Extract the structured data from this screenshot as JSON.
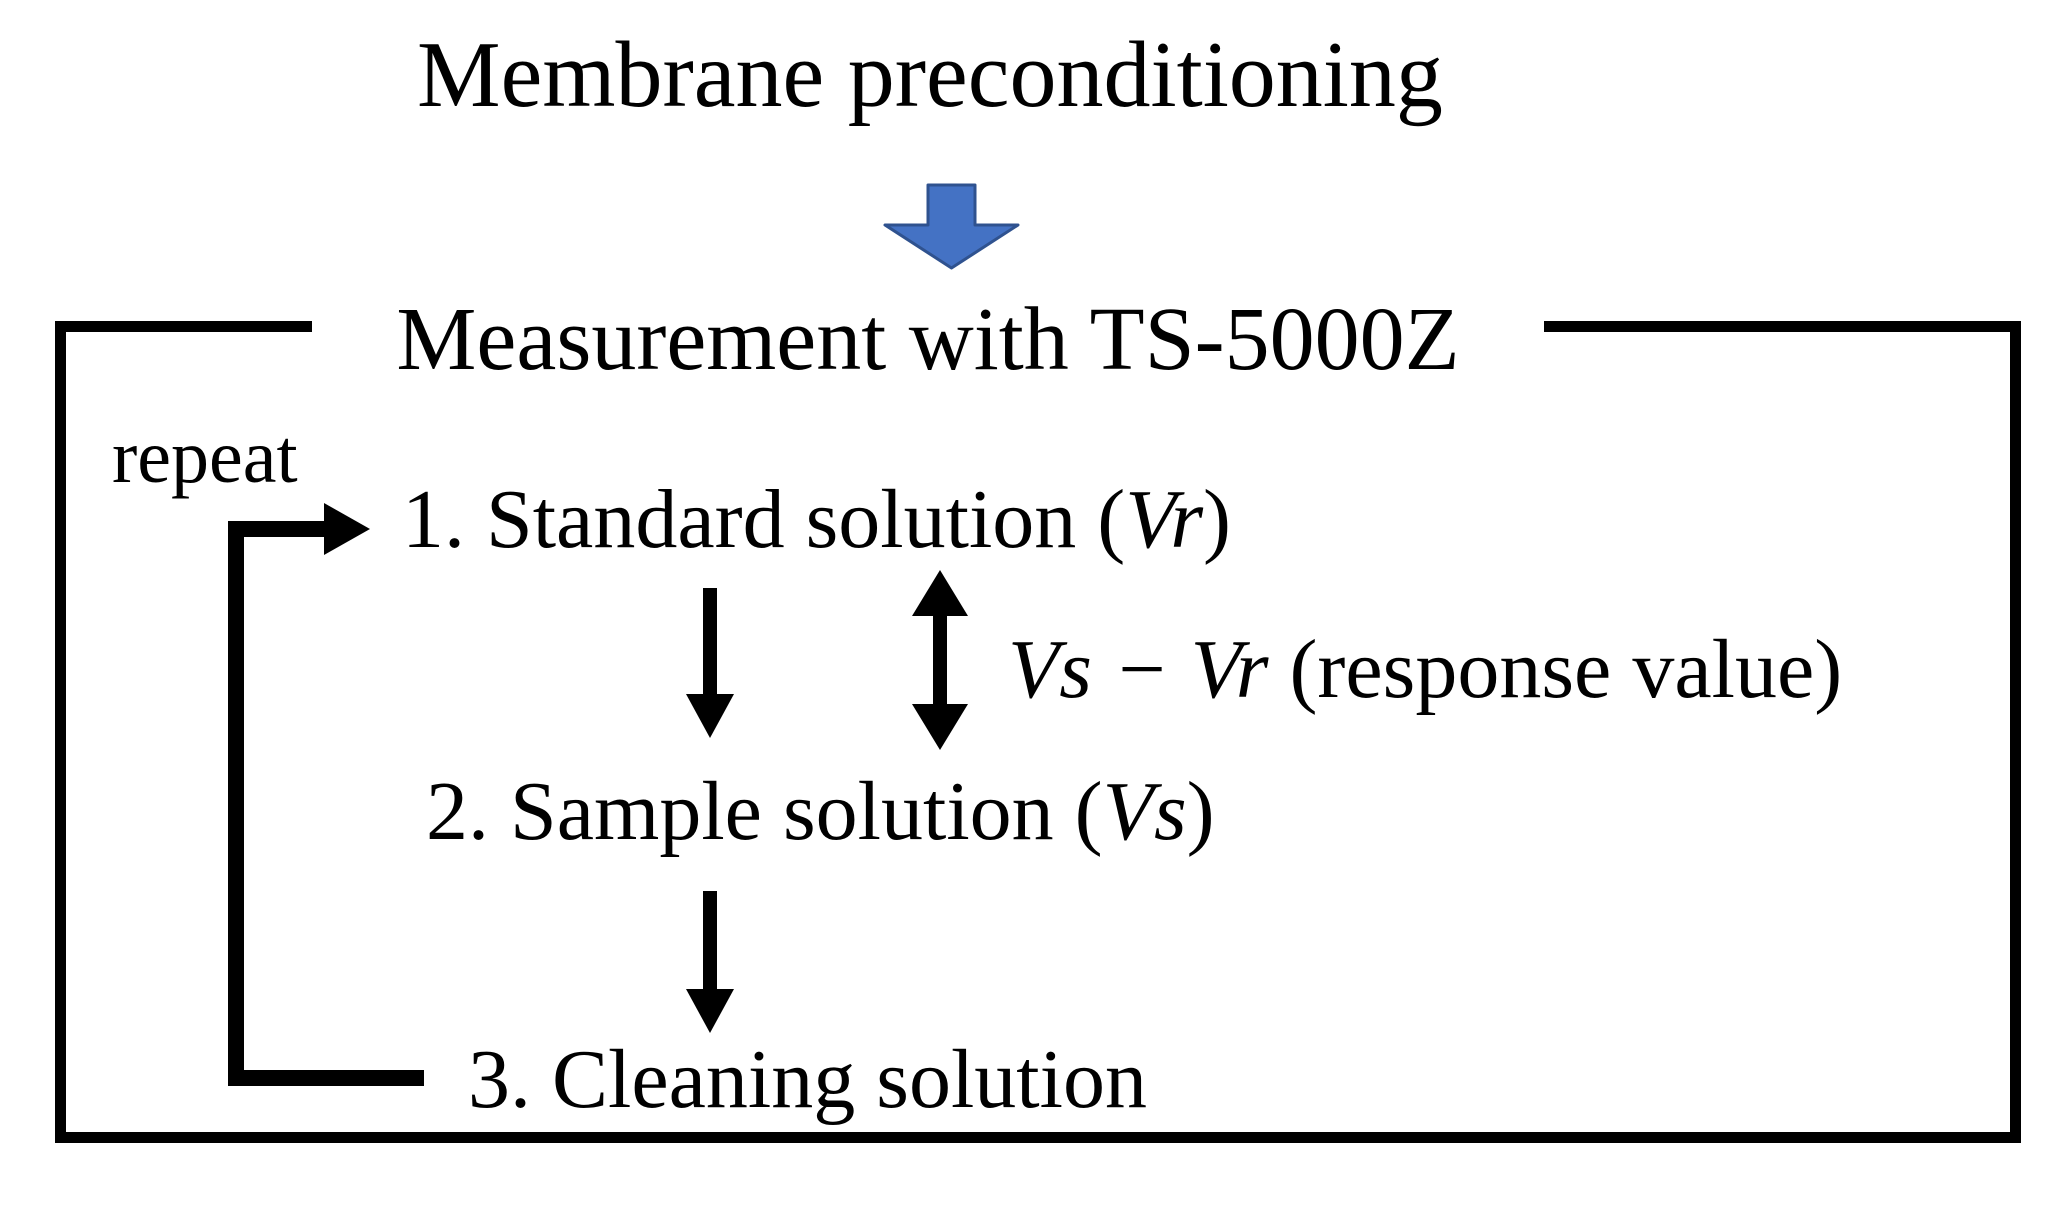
{
  "colors": {
    "background": "#FFFFFF",
    "line_black": "#000000",
    "arrow_blue_fill": "#4472C4",
    "arrow_blue_border": "#2F528F"
  },
  "header": {
    "title": "Membrane preconditioning"
  },
  "flow": {
    "box_title": "Measurement with TS-5000Z",
    "repeat_label": "repeat",
    "steps": [
      {
        "prefix": "1. Standard solution (",
        "var": "Vr",
        "suffix": ")"
      },
      {
        "prefix": "2. Sample solution (",
        "var": "Vs",
        "suffix": ")"
      },
      {
        "prefix": "3. Cleaning solution",
        "var": "",
        "suffix": ""
      }
    ],
    "response": {
      "expression": "Vs − Vr",
      "label": " (response value)"
    }
  },
  "icons": {
    "block_down_arrow": "down-block-arrow-icon",
    "down_arrow": "down-arrow-icon",
    "up_down_arrow": "up-down-arrow-icon",
    "repeat_loop": "repeat-loop-arrow-icon"
  }
}
